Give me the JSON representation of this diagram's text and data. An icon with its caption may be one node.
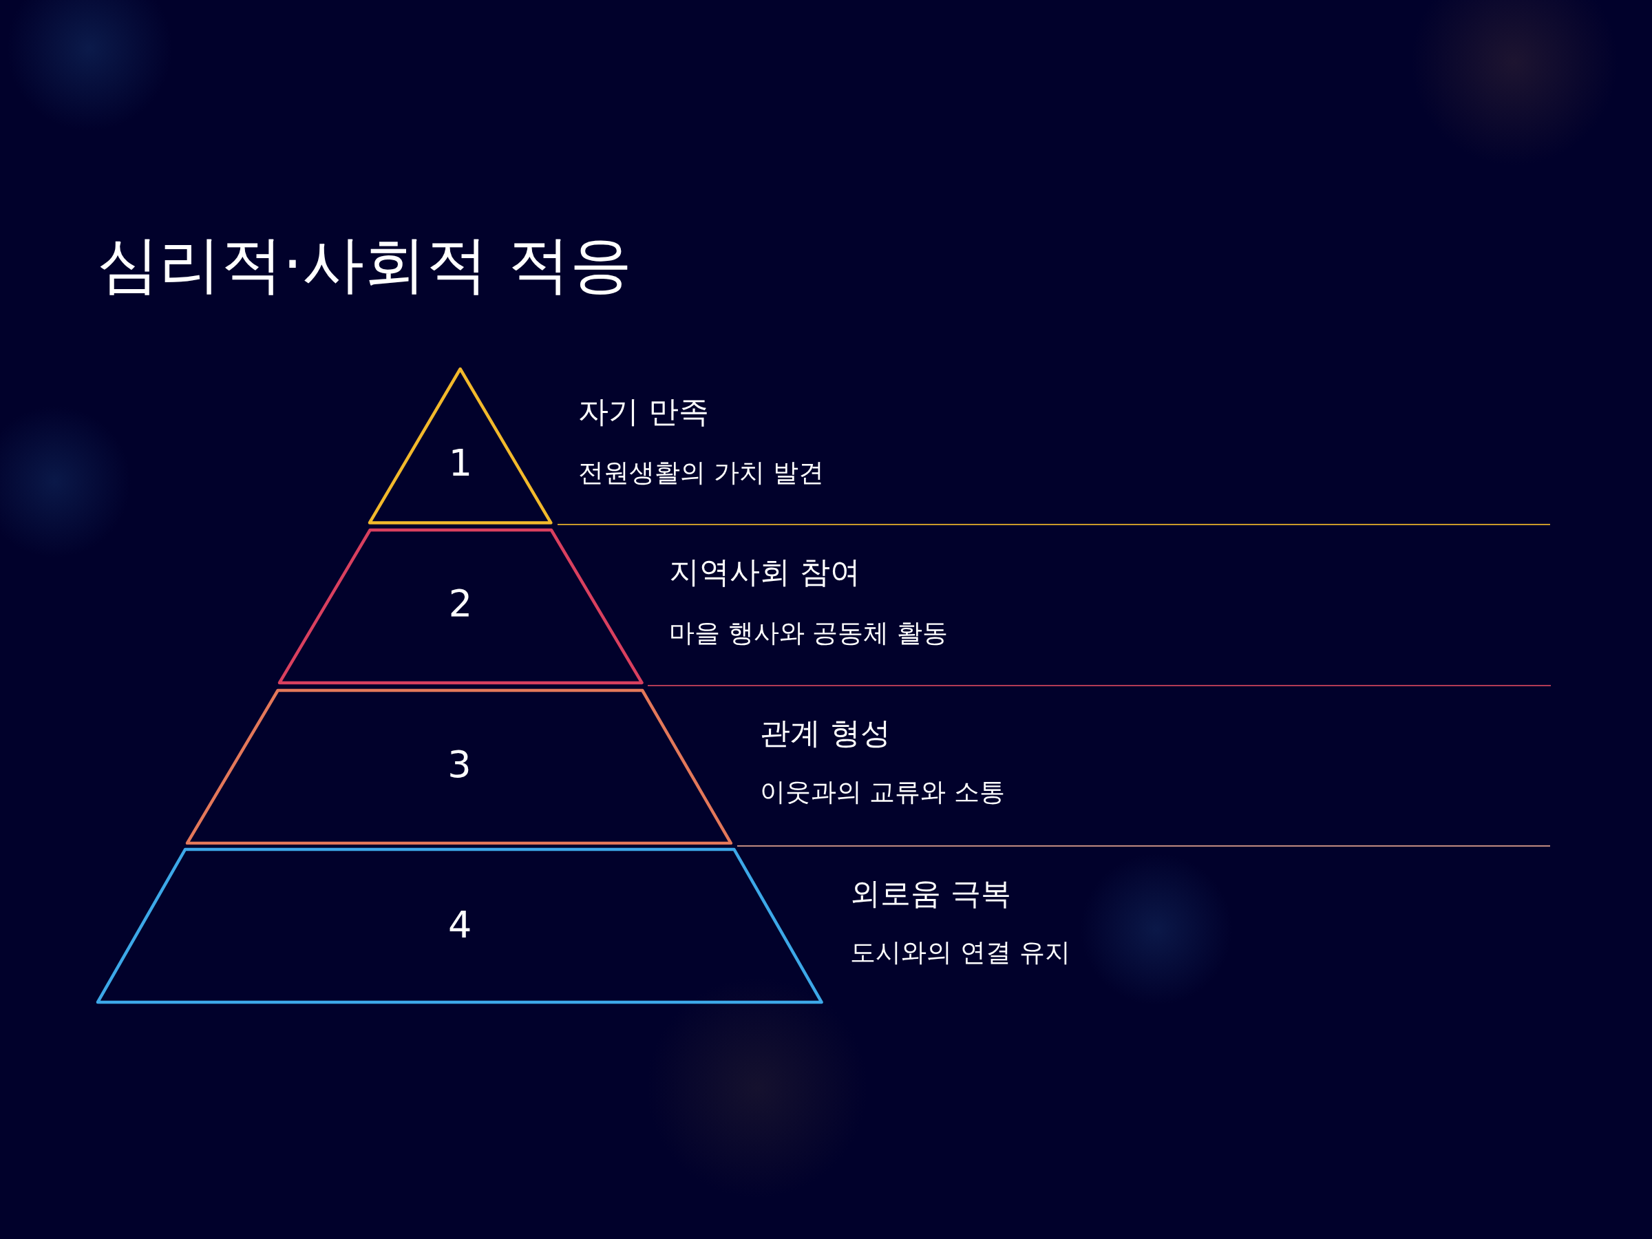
{
  "diagram": {
    "title": "심리적·사회적 적응",
    "nodes": [
      {
        "text": [
          "1"
        ],
        "beside": [
          "자기 만족",
          "전원생활의 가치 발견"
        ]
      },
      {
        "text": [
          "2"
        ],
        "beside": [
          "지역사회 참여",
          "마을 행사와 공동체 활동"
        ]
      },
      {
        "text": [
          "3"
        ],
        "beside": [
          "관계 형성",
          "이웃과의 교류와 소통"
        ]
      },
      {
        "text": [
          "4"
        ],
        "beside": [
          "외로움 극복",
          "도시와의 연결 유지"
        ]
      }
    ]
  }
}
